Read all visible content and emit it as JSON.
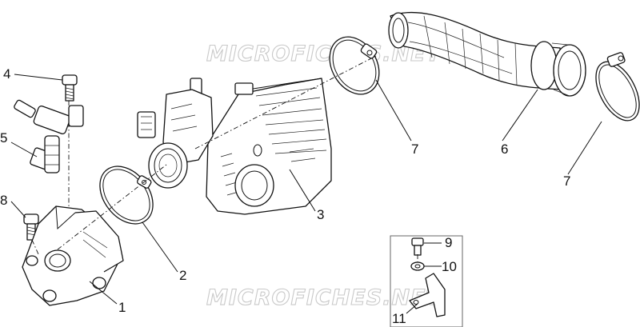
{
  "watermark": {
    "text": "MICROFICHES.NET"
  },
  "callouts": {
    "c1": "1",
    "c2": "2",
    "c3": "3",
    "c4": "4",
    "c5": "5",
    "c6": "6",
    "c7a": "7",
    "c7b": "7",
    "c8": "8",
    "c9": "9",
    "c10": "10",
    "c11": "11"
  }
}
